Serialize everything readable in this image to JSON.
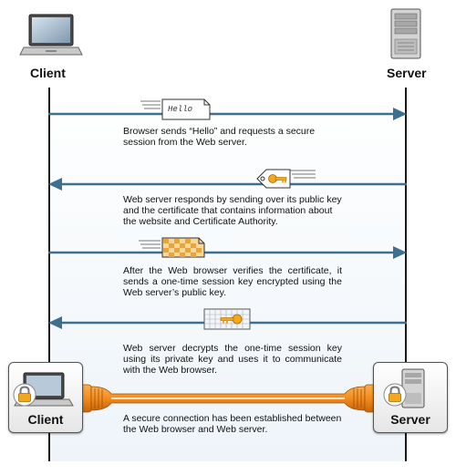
{
  "endpoints": {
    "client_label": "Client",
    "server_label": "Server"
  },
  "steps": [
    {
      "direction": "client-to-server",
      "token": "Hello",
      "text": "Browser sends “Hello” and requests a secure session from the Web server."
    },
    {
      "direction": "server-to-client",
      "token": "key-tag",
      "text": "Web server responds by sending over its public key and the certificate that contains information about the website and Certificate Authority."
    },
    {
      "direction": "client-to-server",
      "token": "certificate",
      "text": "After the Web browser verifies the certificate, it sends a one-time session key encrypted using the Web server’s public key."
    },
    {
      "direction": "server-to-client",
      "token": "encrypted-key",
      "text": "Web server decrypts the one-time session key using its private key and uses it to communicate with the Web browser."
    }
  ],
  "secure_connection": {
    "text": "A secure connection has been established between the Web browser and Web server."
  },
  "colors": {
    "arrow": "#3d6f8e",
    "secure_tube": "#f28c1f",
    "key": "#f3a81c"
  },
  "icons": [
    "laptop-icon",
    "server-tower-icon",
    "lock-icon",
    "key-icon",
    "document-icon"
  ]
}
